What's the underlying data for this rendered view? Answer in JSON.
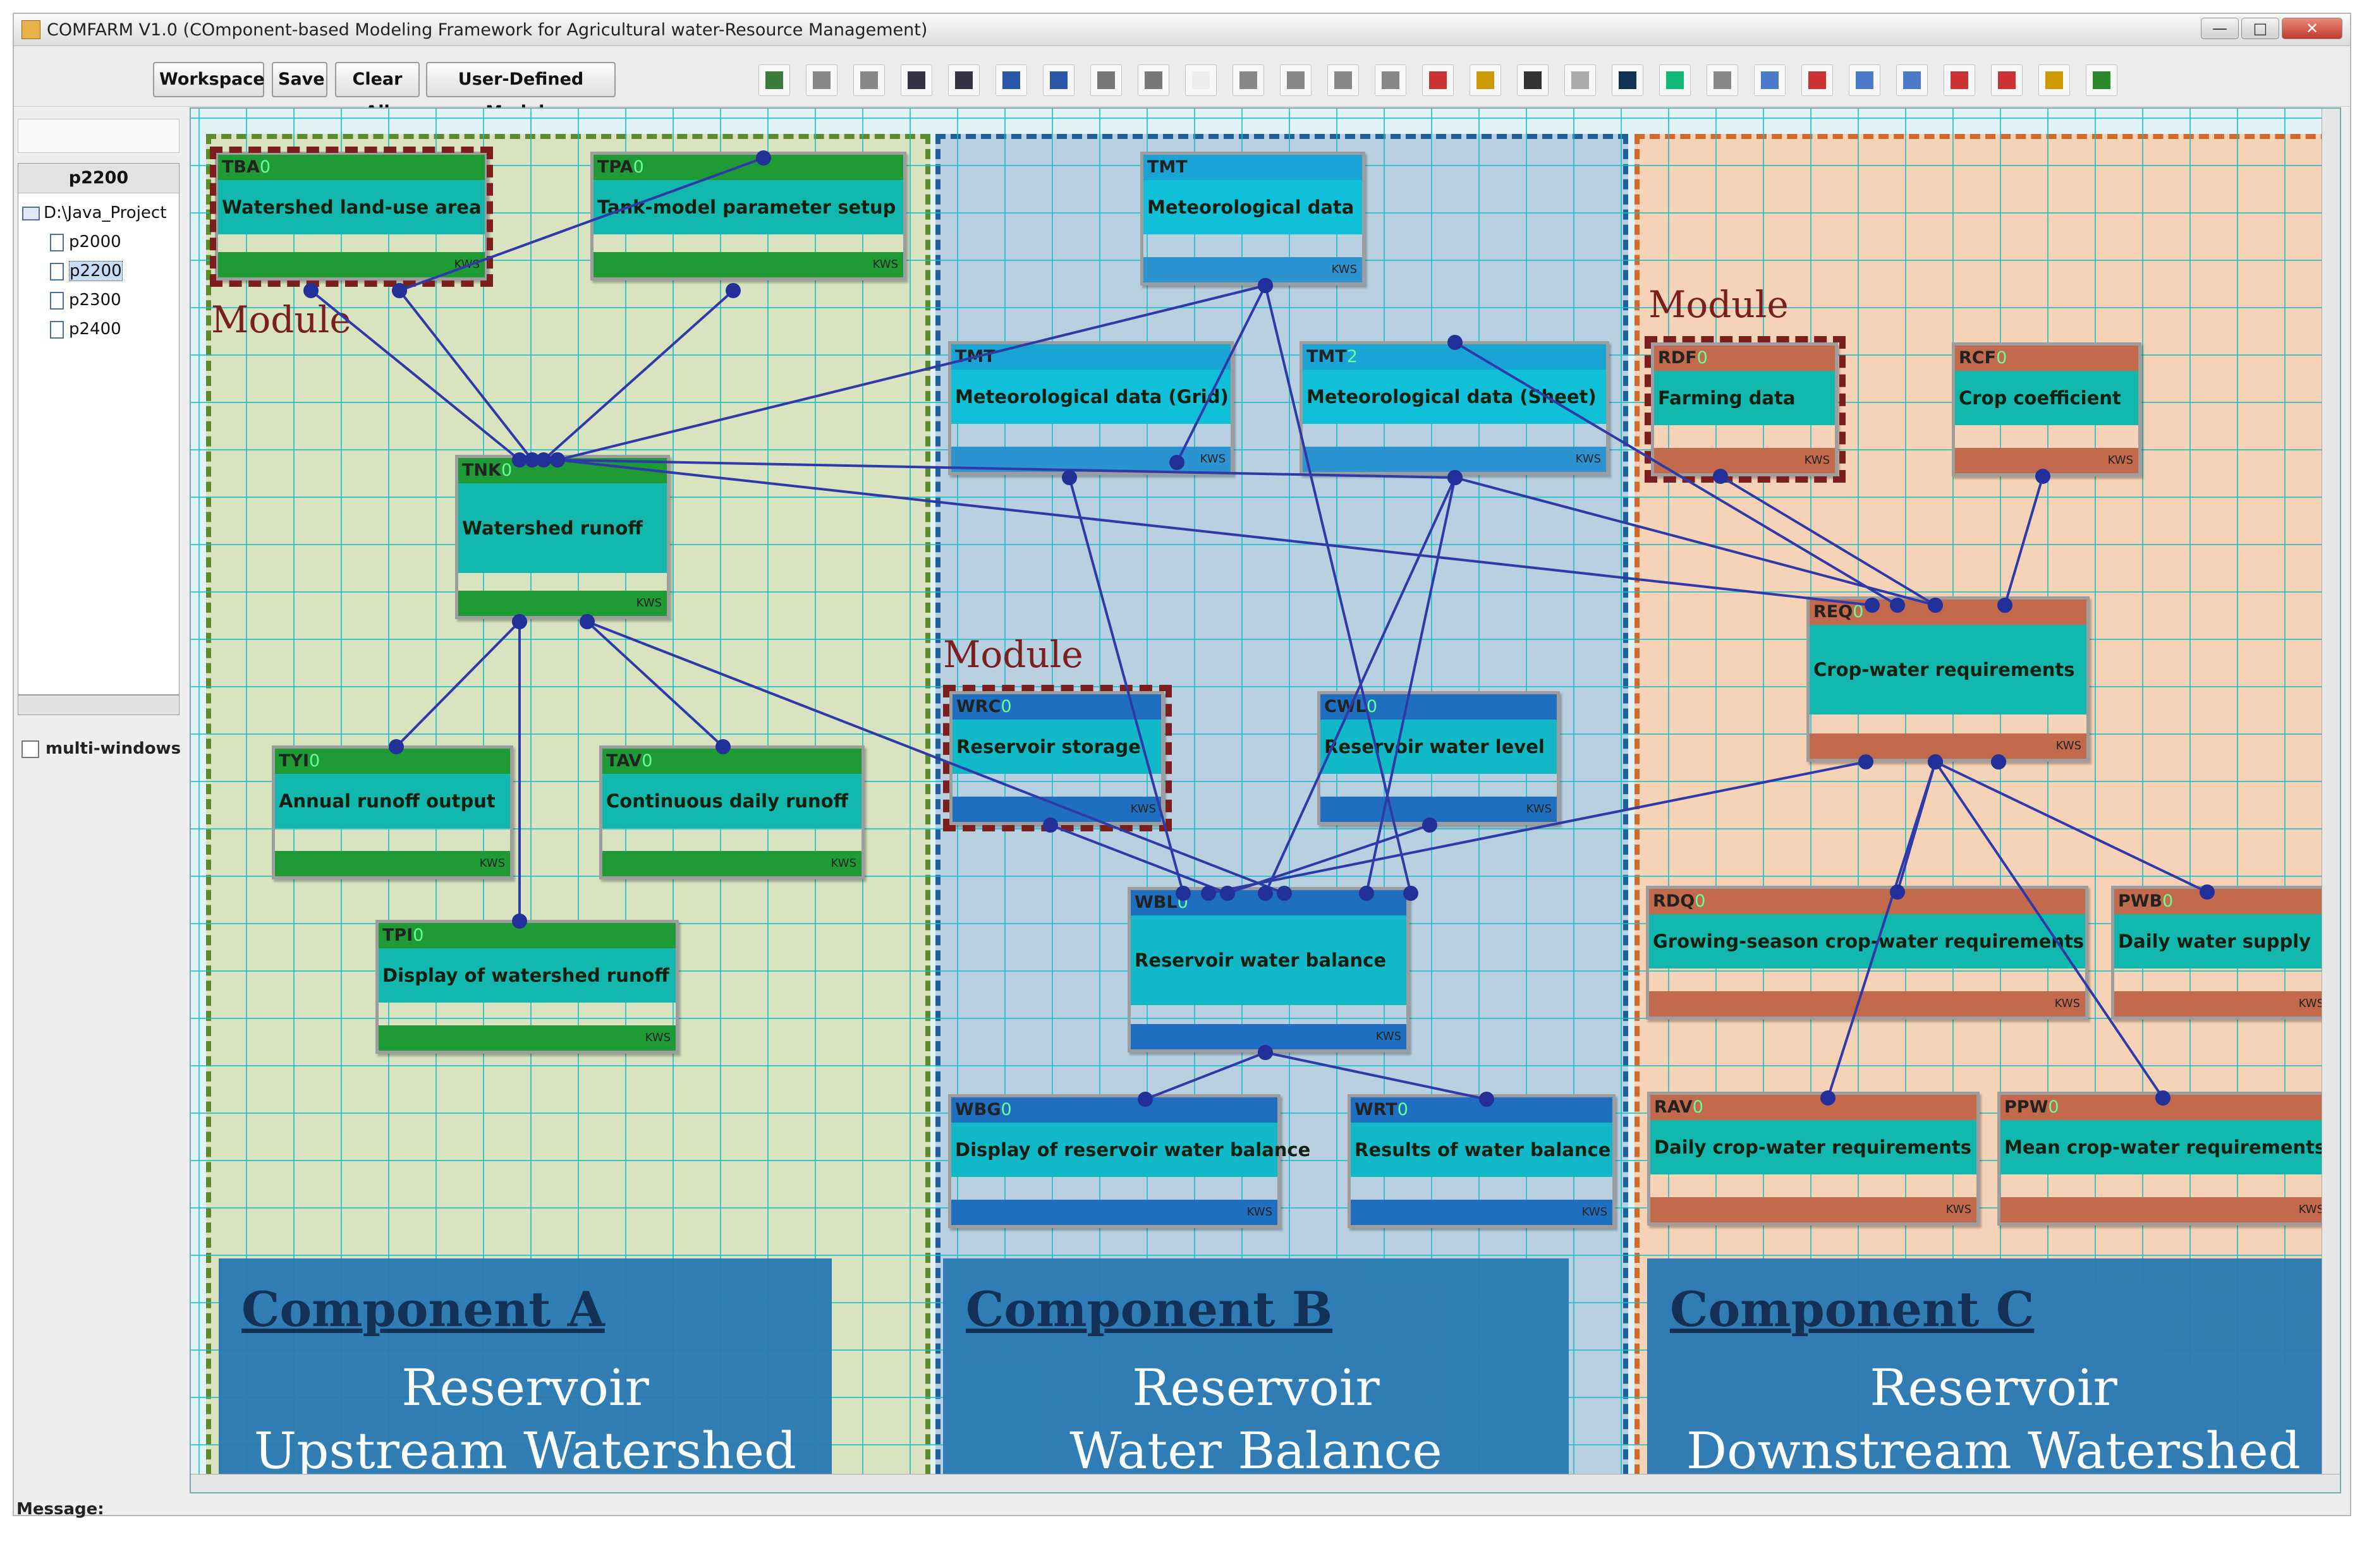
{
  "window": {
    "title": "COMFARM V1.0 (COmponent-based Modeling Framework for Agricultural water-Resource Management)",
    "controls": [
      "—",
      "□",
      "✕"
    ]
  },
  "toolbar": {
    "workspace_label": "Workspace",
    "save_label": "Save",
    "clear_all_label": "Clear All",
    "user_defined_label": "User-Defined Module"
  },
  "left_panel": {
    "project": "p2200",
    "root": "D:\\Java_Project",
    "items": [
      "p2000",
      "p2200",
      "p2300",
      "p2400"
    ],
    "selected": "p2200",
    "multi_windows_label": "multi-windows"
  },
  "module_label": "Module",
  "nodes": {
    "tba": {
      "code": "TBA",
      "idx": "0",
      "name": "Watershed land-use area",
      "tag": "KWS"
    },
    "tpa": {
      "code": "TPA",
      "idx": "0",
      "name": "Tank-model parameter setup",
      "tag": "KWS"
    },
    "tnk": {
      "code": "TNK",
      "idx": "0",
      "name": "Watershed runoff",
      "tag": "KWS"
    },
    "tyi": {
      "code": "TYI",
      "idx": "0",
      "name": "Annual runoff output",
      "tag": "KWS"
    },
    "tav": {
      "code": "TAV",
      "idx": "0",
      "name": "Continuous daily runoff",
      "tag": "KWS"
    },
    "tpi": {
      "code": "TPI",
      "idx": "0",
      "name": "Display of watershed runoff",
      "tag": "KWS"
    },
    "tmt": {
      "code": "TMT",
      "idx": "",
      "name": "Meteorological data",
      "tag": "KWS"
    },
    "tmt_grid": {
      "code": "TMT",
      "idx": "",
      "name": "Meteorological data (Grid)",
      "tag": "KWS"
    },
    "tmt_sheet": {
      "code": "TMT",
      "idx": "2",
      "name": "Meteorological data (Sheet)",
      "tag": "KWS"
    },
    "wrc": {
      "code": "WRC",
      "idx": "0",
      "name": "Reservoir storage",
      "tag": "KWS"
    },
    "cwl": {
      "code": "CWL",
      "idx": "0",
      "name": "Reservoir water level",
      "tag": "KWS"
    },
    "wbl": {
      "code": "WBL",
      "idx": "0",
      "name": "Reservoir water balance",
      "tag": "KWS"
    },
    "wbg": {
      "code": "WBG",
      "idx": "0",
      "name": "Display of reservoir water balance",
      "tag": "KWS"
    },
    "wrt": {
      "code": "WRT",
      "idx": "0",
      "name": "Results of water balance",
      "tag": "KWS"
    },
    "rdf": {
      "code": "RDF",
      "idx": "0",
      "name": "Farming data",
      "tag": "KWS"
    },
    "rcf": {
      "code": "RCF",
      "idx": "0",
      "name": "Crop coefficient",
      "tag": "KWS"
    },
    "req": {
      "code": "REQ",
      "idx": "0",
      "name": "Crop-water requirements",
      "tag": "KWS"
    },
    "rdq": {
      "code": "RDQ",
      "idx": "0",
      "name": "Growing-season crop-water requirements",
      "tag": "KWS"
    },
    "pwb": {
      "code": "PWB",
      "idx": "0",
      "name": "Daily water supply",
      "tag": "KWS"
    },
    "rav": {
      "code": "RAV",
      "idx": "0",
      "name": "Daily crop-water requirements",
      "tag": "KWS"
    },
    "ppw": {
      "code": "PPW",
      "idx": "0",
      "name": "Mean crop-water requirements",
      "tag": "KWS"
    }
  },
  "components": {
    "a": {
      "name": "Component A",
      "line1": "Reservoir",
      "line2": "Upstream Watershed"
    },
    "b": {
      "name": "Component B",
      "line1": "Reservoir",
      "line2": "Water Balance"
    },
    "c": {
      "name": "Component C",
      "line1": "Reservoir",
      "line2": "Downstream Watershed"
    }
  },
  "status": {
    "message_label": "Message:"
  }
}
